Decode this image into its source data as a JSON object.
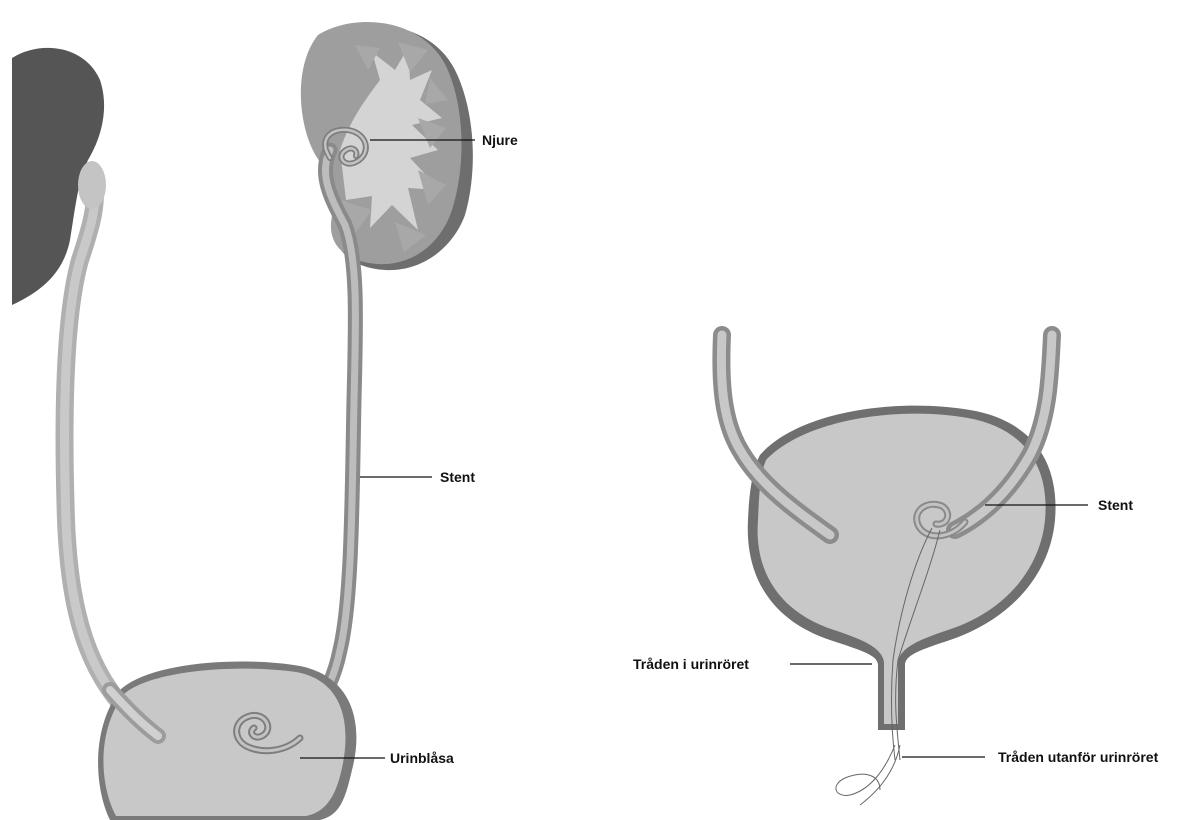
{
  "labels": {
    "njure": "Njure",
    "stent_left": "Stent",
    "urinblasa": "Urinblåsa",
    "stent_right": "Stent",
    "traden_i_urinroret": "Tråden i urinröret",
    "traden_utanfor_urinroret": "Tråden utanför urinröret"
  },
  "colors": {
    "organ_fill": "#c8c8c8",
    "organ_rim": "#7a7a7a",
    "dark_organ": "#555555",
    "kidney_fill": "#9a9a9a",
    "kidney_pelvis": "#d2d2d2",
    "stent_light": "#bdbdbd",
    "stent_dark": "#8c8c8c"
  }
}
